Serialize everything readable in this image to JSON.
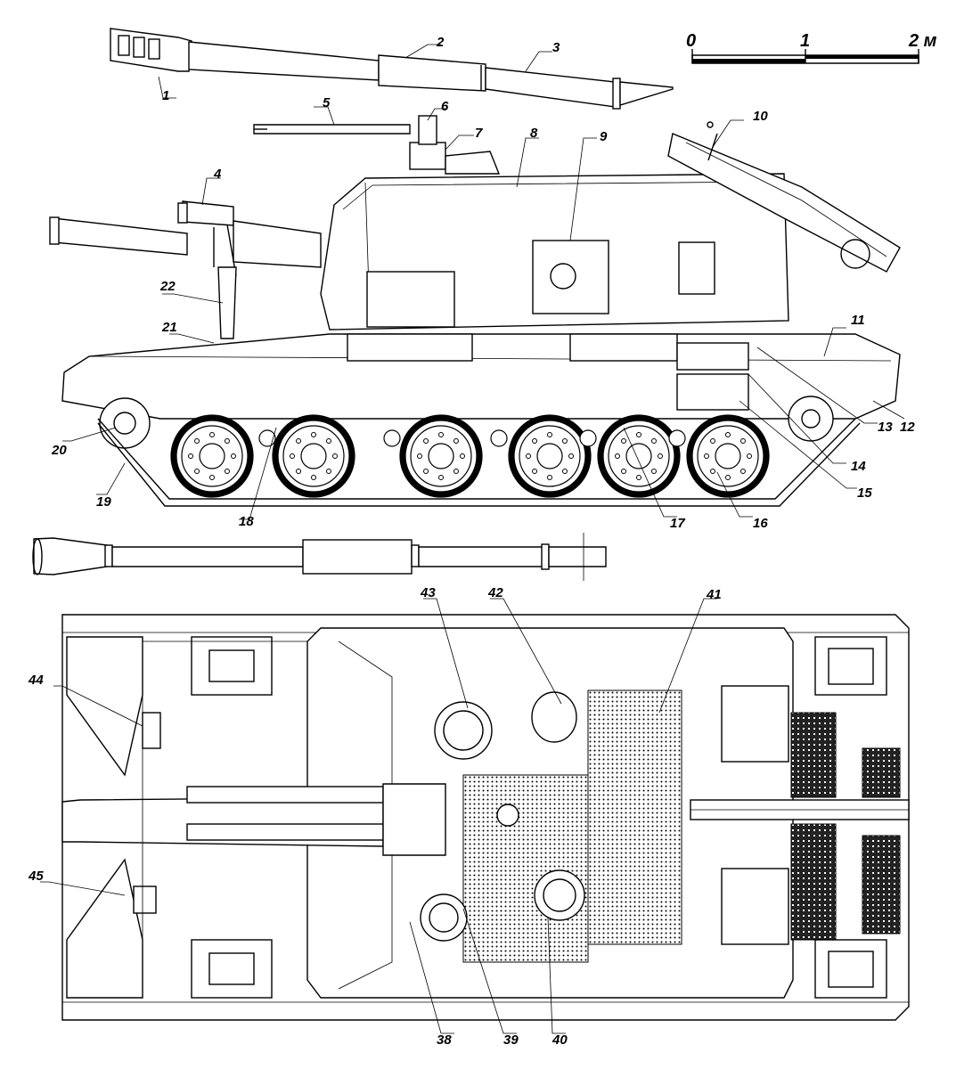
{
  "scale_bar": {
    "tick_0": "0",
    "tick_1": "1",
    "tick_2": "2 м"
  },
  "callouts": [
    {
      "id": "c1",
      "text": "1"
    },
    {
      "id": "c2",
      "text": "2"
    },
    {
      "id": "c3",
      "text": "3"
    },
    {
      "id": "c4",
      "text": "4"
    },
    {
      "id": "c5",
      "text": "5"
    },
    {
      "id": "c6",
      "text": "6"
    },
    {
      "id": "c7",
      "text": "7"
    },
    {
      "id": "c8",
      "text": "8"
    },
    {
      "id": "c9",
      "text": "9"
    },
    {
      "id": "c10",
      "text": "10"
    },
    {
      "id": "c11",
      "text": "11"
    },
    {
      "id": "c12",
      "text": "12"
    },
    {
      "id": "c13",
      "text": "13"
    },
    {
      "id": "c14",
      "text": "14"
    },
    {
      "id": "c15",
      "text": "15"
    },
    {
      "id": "c16",
      "text": "16"
    },
    {
      "id": "c17",
      "text": "17"
    },
    {
      "id": "c18",
      "text": "18"
    },
    {
      "id": "c19",
      "text": "19"
    },
    {
      "id": "c20",
      "text": "20"
    },
    {
      "id": "c21",
      "text": "21"
    },
    {
      "id": "c22",
      "text": "22"
    },
    {
      "id": "c38",
      "text": "38"
    },
    {
      "id": "c39",
      "text": "39"
    },
    {
      "id": "c40",
      "text": "40"
    },
    {
      "id": "c41",
      "text": "41"
    },
    {
      "id": "c42",
      "text": "42"
    },
    {
      "id": "c43",
      "text": "43"
    },
    {
      "id": "c44",
      "text": "44"
    },
    {
      "id": "c45",
      "text": "45"
    }
  ]
}
